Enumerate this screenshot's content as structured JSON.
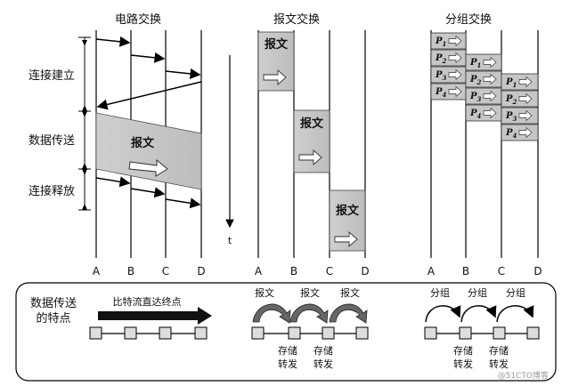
{
  "titles": {
    "circuit": "电路交换",
    "message": "报文交换",
    "packet": "分组交换"
  },
  "phases": {
    "setup": "连接建立",
    "transfer": "数据传送",
    "release": "连接释放"
  },
  "nodes": [
    "A",
    "B",
    "C",
    "D"
  ],
  "time_label": "t",
  "message_label": "报文",
  "packet_prefix": "P",
  "packet_numbers": [
    "1",
    "2",
    "3",
    "4"
  ],
  "bottom": {
    "feature_label_line1": "数据传送",
    "feature_label_line2": "的特点",
    "circuit_caption": "比特流直达终点",
    "message_hops": [
      "报文",
      "报文",
      "报文"
    ],
    "packet_hops": [
      "分组",
      "分组",
      "分组"
    ],
    "store_line1": "存储",
    "store_line2": "转发"
  },
  "watermark": "@51CTO博客"
}
